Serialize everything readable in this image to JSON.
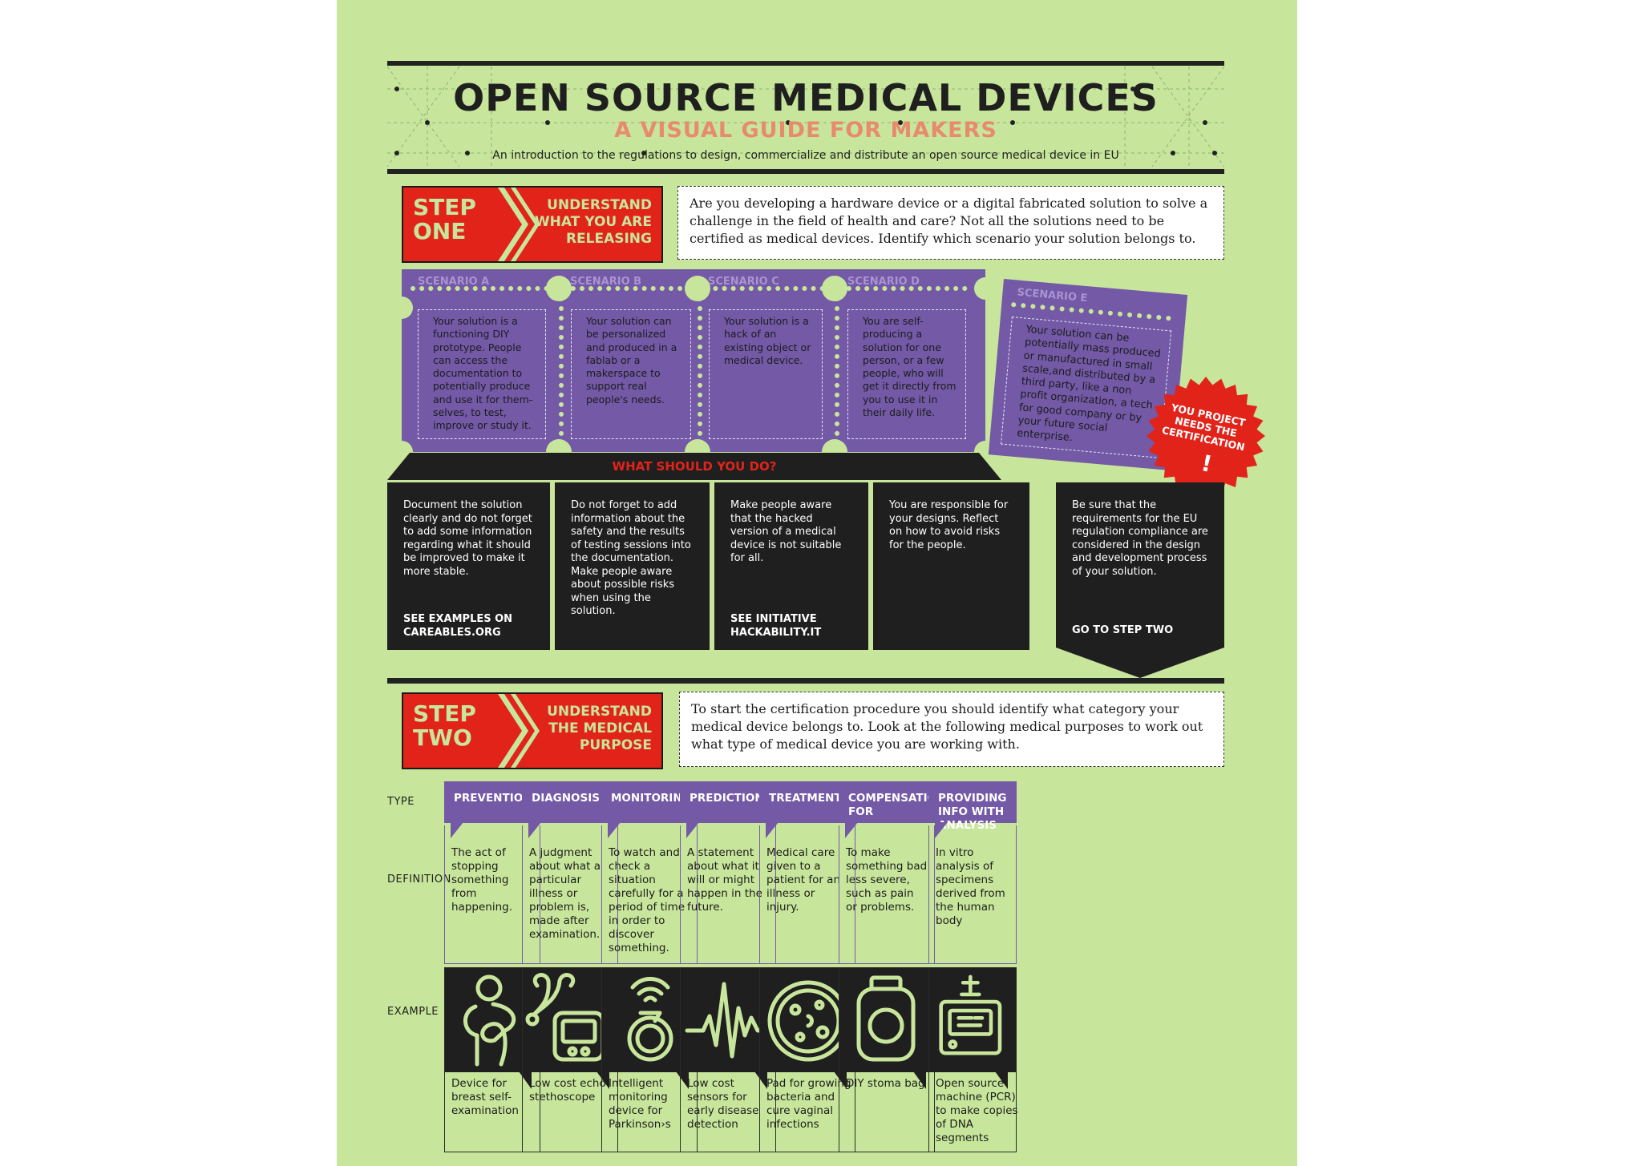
{
  "header": {
    "title": "OPEN SOURCE MEDICAL DEVICES",
    "subtitle": "A VISUAL GUIDE FOR MAKERS",
    "intro": "An introduction to the regulations  to design, commercialize and distribute an open source medical device in EU"
  },
  "step_one": {
    "label": "STEP\nONE",
    "title": "UNDERSTAND\nWHAT YOU ARE\nRELEASING",
    "description": "Are you developing a hardware device or a digital fabricated solution to solve a challenge in the field of health and care?  Not all the solutions need to be certified as medical devices. Identify which scenario your solution belongs to."
  },
  "scenarios": [
    {
      "label": "SCENARIO A",
      "text": "Your solution is a functioning DIY prototype. People can access the documentation to potentially produce and use it for them-selves, to test, improve or study it."
    },
    {
      "label": "SCENARIO B",
      "text": "Your solution can be personalized and produced in a fablab or a makerspace to support real people's needs."
    },
    {
      "label": "SCENARIO C",
      "text": "Your solution is a hack of an existing object or medical device."
    },
    {
      "label": "SCENARIO D",
      "text": "You are self-producing a solution for one person, or a few people, who will get it directly from you to use it in their daily life."
    },
    {
      "label": "SCENARIO E",
      "text": "Your solution can be potentially mass produced or manufactured in small scale,and distributed by a third party, like a non profit organization, a tech for good company or by your future social enterprise."
    }
  ],
  "certification_badge": {
    "text": "YOU PROJECT\nNEEDS THE\nCERTIFICATION",
    "mark": "!"
  },
  "what_should_you_do": "WHAT SHOULD YOU DO?",
  "actions": [
    {
      "text": "Document the solution clearly and do not forget to add some information regarding what it should be improved to make it more stable.",
      "link": "SEE EXAMPLES ON\nCAREABLES.ORG"
    },
    {
      "text": "Do not forget to add information about the safety and the results of testing sessions into the documentation. Make people aware about possible risks when using the solution.",
      "link": ""
    },
    {
      "text": "Make people aware that the hacked version of a medical device is not suitable for all.",
      "link": "SEE INITIATIVE\nHACKABILITY.IT"
    },
    {
      "text": "You are responsible for your designs. Reflect on how to avoid risks for the people.",
      "link": ""
    },
    {
      "text": "Be sure that the requirements for the EU regulation compliance are considered in the design and development process of your solution.",
      "link": "GO TO STEP TWO"
    }
  ],
  "step_two": {
    "label": "STEP\nTWO",
    "title": "UNDERSTAND\nTHE MEDICAL\nPURPOSE",
    "description": "To start the certification procedure you should identify what category your medical device belongs to. Look at the following medical purposes to work out what type of medical device you are working with."
  },
  "row_labels": {
    "type": "TYPE",
    "definition": "DEFINITION",
    "example": "EXAMPLE"
  },
  "purposes": [
    {
      "type": "PREVENTION",
      "definition": "The act of stopping something from happening.",
      "example": "Device for breast self-examination",
      "icon": "person-icon"
    },
    {
      "type": "DIAGNOSIS",
      "definition": "A judgment about what a particular illness or problem is, made after examination.",
      "example": "Low cost echo-stethoscope",
      "icon": "stethoscope-icon"
    },
    {
      "type": "MONITORING",
      "definition": "To watch and check a situation carefully for a period of time in order to discover something.",
      "example": "Intelligent monitoring device for Parkinson›s",
      "icon": "wireless-ring-icon"
    },
    {
      "type": "PREDICTION",
      "definition": "A statement about what it will or might happen in the future.",
      "example": "Low cost sensors for early disease detection",
      "icon": "pulse-wave-icon"
    },
    {
      "type": "TREATMENT",
      "definition": "Medical care given to a patient for an illness or injury.",
      "example": "Pad for growing bacteria and cure vaginal infections",
      "icon": "petri-dish-icon"
    },
    {
      "type": "COMPENSATION FOR",
      "definition": "To make something bad less severe, such as pain or problems.",
      "example": "DIY stoma bag",
      "icon": "stoma-bag-icon"
    },
    {
      "type": "PROVIDING INFO WITH ANALYSIS",
      "definition": "In vitro analysis of specimens derived from the human body",
      "example": "Open source machine (PCR) to make  copies of DNA segments",
      "icon": "pcr-machine-icon"
    }
  ]
}
